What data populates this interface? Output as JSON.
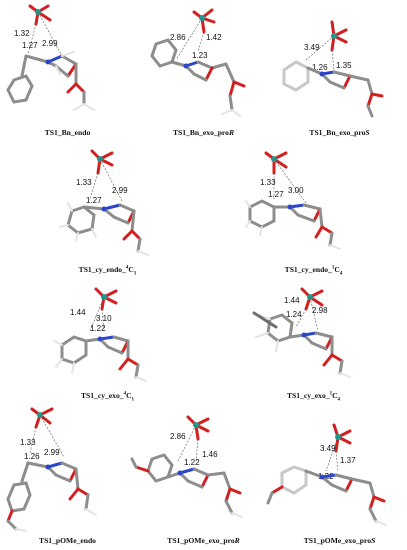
{
  "colors": {
    "carbon": "#9a9a9a",
    "carbon_dark": "#6e6e6e",
    "hydrogen": "#e4e4e4",
    "nitrogen": "#2b46c9",
    "oxygen": "#d22020",
    "sulfur": "#1f9a8f",
    "dashed": "#555555"
  },
  "panels": [
    {
      "id": "bn-endo",
      "caption_main": "TS1_Bn_endo",
      "caption_sup": "",
      "caption_sub": "",
      "caption_italic": "",
      "kind": "benzyl-endo",
      "distances": [
        "1.32",
        "1.27",
        "2.99"
      ]
    },
    {
      "id": "bn-exo-pror",
      "caption_main": "TS1_Bn_exo_pro",
      "caption_sup": "",
      "caption_sub": "",
      "caption_italic": "R",
      "kind": "benzyl-exo",
      "distances": [
        "2.86",
        "1.42",
        "1.23"
      ]
    },
    {
      "id": "bn-exo-pros",
      "caption_main": "TS1_Bn_exo_pro",
      "caption_sup": "",
      "caption_sub": "",
      "caption_italic": "S",
      "kind": "benzyl-exo2",
      "distances": [
        "3.49",
        "1.26",
        "1.35"
      ]
    },
    {
      "id": "cy-endo-4c1",
      "caption_main": "TS1_cy_endo_",
      "caption_sup": "4",
      "caption_sub": "1",
      "caption_italic": "",
      "caption_tail": "C",
      "kind": "cy-endo",
      "distances": [
        "1.33",
        "1.27",
        "2.99"
      ]
    },
    {
      "id": "cy-endo-1c4",
      "caption_main": "TS1_cy_endo_",
      "caption_sup": "1",
      "caption_sub": "4",
      "caption_italic": "",
      "caption_tail": "C",
      "kind": "cy-endo2",
      "distances": [
        "1.33",
        "1.27",
        "3.00"
      ]
    },
    {
      "id": "cy-exo-4c1",
      "caption_main": "TS1_cy_exo_",
      "caption_sup": "4",
      "caption_sub": "1",
      "caption_italic": "",
      "caption_tail": "C",
      "kind": "cy-exo",
      "distances": [
        "1.44",
        "3.10",
        "1.22"
      ]
    },
    {
      "id": "cy-exo-1c4",
      "caption_main": "TS1_cy_exo_",
      "caption_sup": "1",
      "caption_sub": "4",
      "caption_italic": "",
      "caption_tail": "C",
      "kind": "cy-exo2",
      "distances": [
        "1.44",
        "2.98",
        "1.24"
      ]
    },
    {
      "id": "pome-endo",
      "caption_main": "TS1_pOMe_endo",
      "caption_sup": "",
      "caption_sub": "",
      "caption_italic": "",
      "kind": "pome-endo",
      "distances": [
        "1.33",
        "2.99",
        "1.26"
      ]
    },
    {
      "id": "pome-exo-pror",
      "caption_main": "TS1_pOMe_exo_pro",
      "caption_sup": "",
      "caption_sub": "",
      "caption_italic": "R",
      "kind": "pome-exo",
      "distances": [
        "2.86",
        "1.46",
        "1.22"
      ]
    },
    {
      "id": "pome-exo-pros",
      "caption_main": "TS1_pOMe_exo_pro",
      "caption_sup": "",
      "caption_sub": "",
      "caption_italic": "S",
      "kind": "pome-exo2",
      "distances": [
        "3.49",
        "1.37",
        "1.22"
      ]
    }
  ]
}
